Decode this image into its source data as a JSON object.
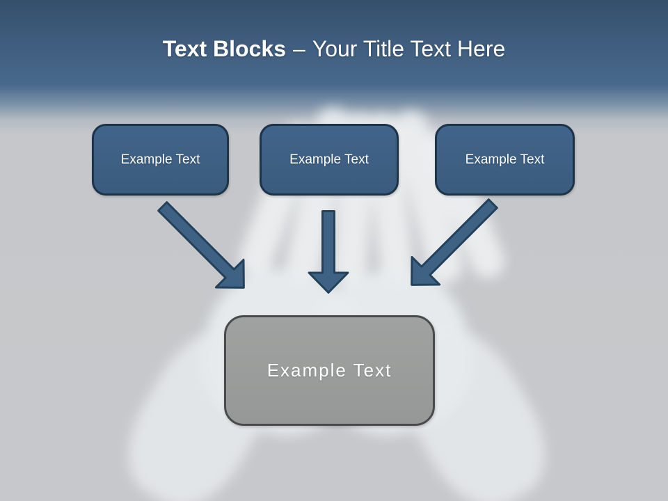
{
  "slide": {
    "title": {
      "bold": "Text Blocks",
      "separator": "–",
      "regular": "Your Title Text Here"
    },
    "blocks": [
      {
        "label": "Example Text"
      },
      {
        "label": "Example Text"
      },
      {
        "label": "Example Text"
      }
    ],
    "result_block": {
      "label": "Example Text"
    },
    "icons": {
      "arrow_left": "arrow-down-right-icon",
      "arrow_center": "arrow-down-icon",
      "arrow_right": "arrow-down-left-icon"
    },
    "colors": {
      "header_top": "#35506b",
      "header_bottom": "#48698c",
      "body_gray": "#c6c8cb",
      "block_fill": "#3d6080",
      "block_border": "#1d3348",
      "arrow_fill": "#3d6284",
      "arrow_border": "#24415c",
      "result_fill": "#9a9c9b",
      "result_border": "#4a4a4a",
      "title_text": "#ffffff"
    }
  }
}
